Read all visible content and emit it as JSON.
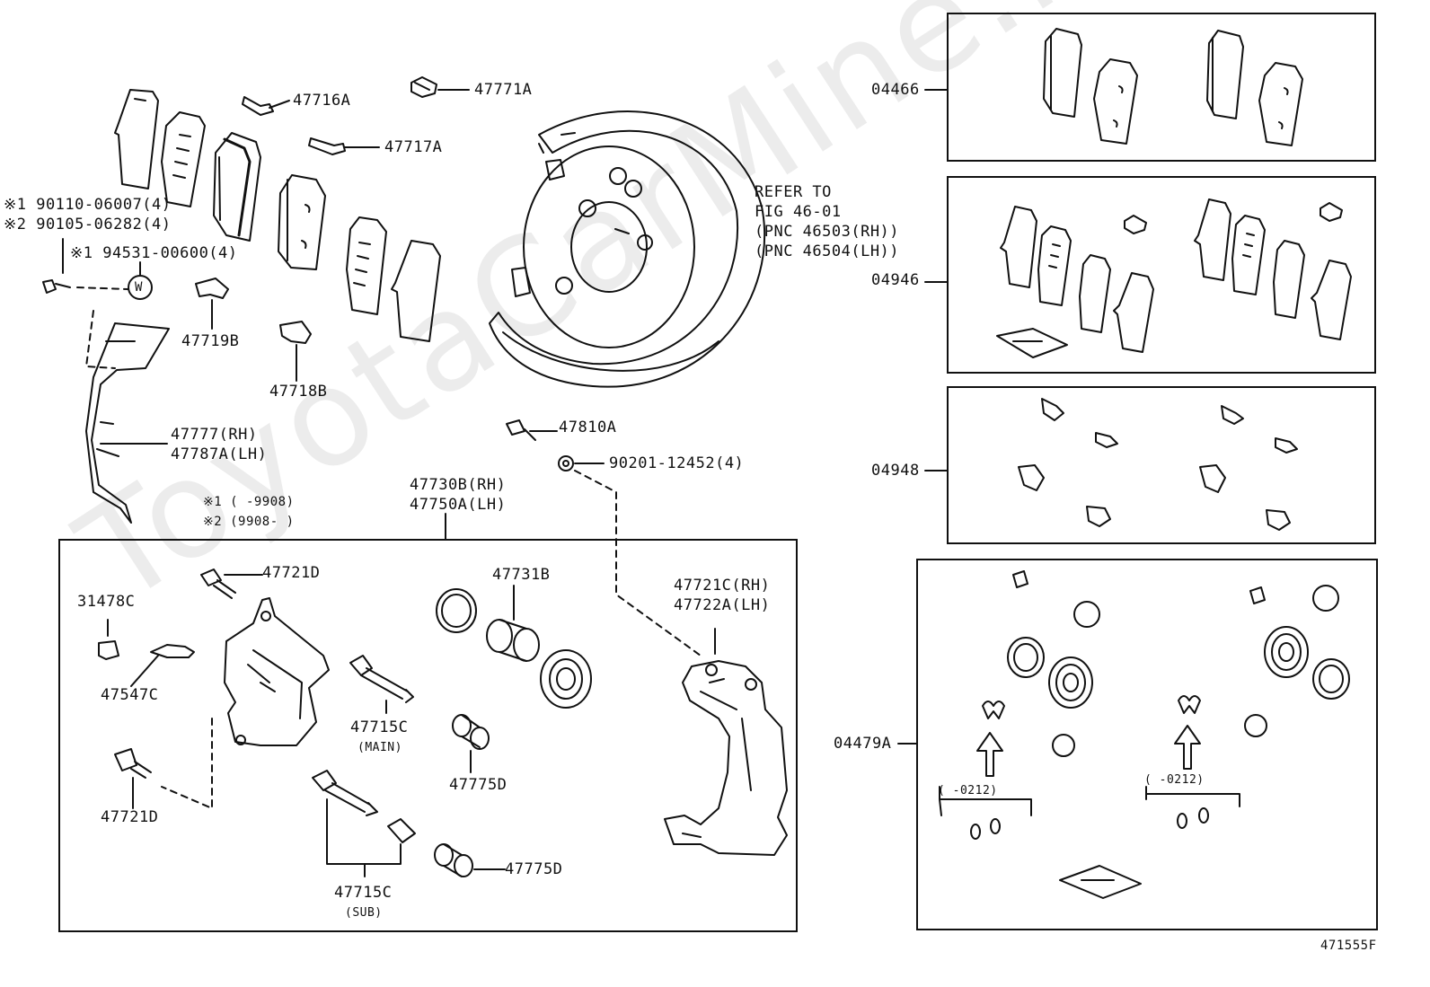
{
  "watermark": "ToyotaCarMine.ru",
  "diagram_id": "471555F",
  "notes": {
    "n1_line": "※1 90110-06007(4)",
    "n2_line": "※2 90105-06282(4)",
    "n3_line": "※1 94531-00600(4)",
    "w_symbol": "W",
    "range1": "※1 (     -9908)",
    "range2": "※2 (9908-      )"
  },
  "refer": {
    "line1": "REFER TO",
    "line2": "FIG 46-01",
    "line3": "(PNC 46503(RH))",
    "line4": "(PNC 46504(LH))"
  },
  "parts": {
    "p47716A": "47716A",
    "p47771A": "47771A",
    "p47717A": "47717A",
    "p47719B": "47719B",
    "p47718B": "47718B",
    "p47777": "47777(RH)",
    "p47787A": "47787A(LH)",
    "p47810A": "47810A",
    "p90201": "90201-12452(4)",
    "p47730B": "47730B(RH)",
    "p47750A": "47750A(LH)",
    "p47721D_top": "47721D",
    "p31478C": "31478C",
    "p47547C": "47547C",
    "p47721D_bot": "47721D",
    "p47715C_main": "47715C",
    "main_tag": "(MAIN)",
    "p47731B": "47731B",
    "p47775D_a": "47775D",
    "p47775D_b": "47775D",
    "p47715C_sub": "47715C",
    "sub_tag": "(SUB)",
    "p47721C": "47721C(RH)",
    "p47722A": "47722A(LH)"
  },
  "kits": {
    "k04466": "04466",
    "k04946": "04946",
    "k04948": "04948",
    "k04479A": "04479A",
    "kit_range_left": "(     -0212)",
    "kit_range_right": "(     -0212)"
  }
}
